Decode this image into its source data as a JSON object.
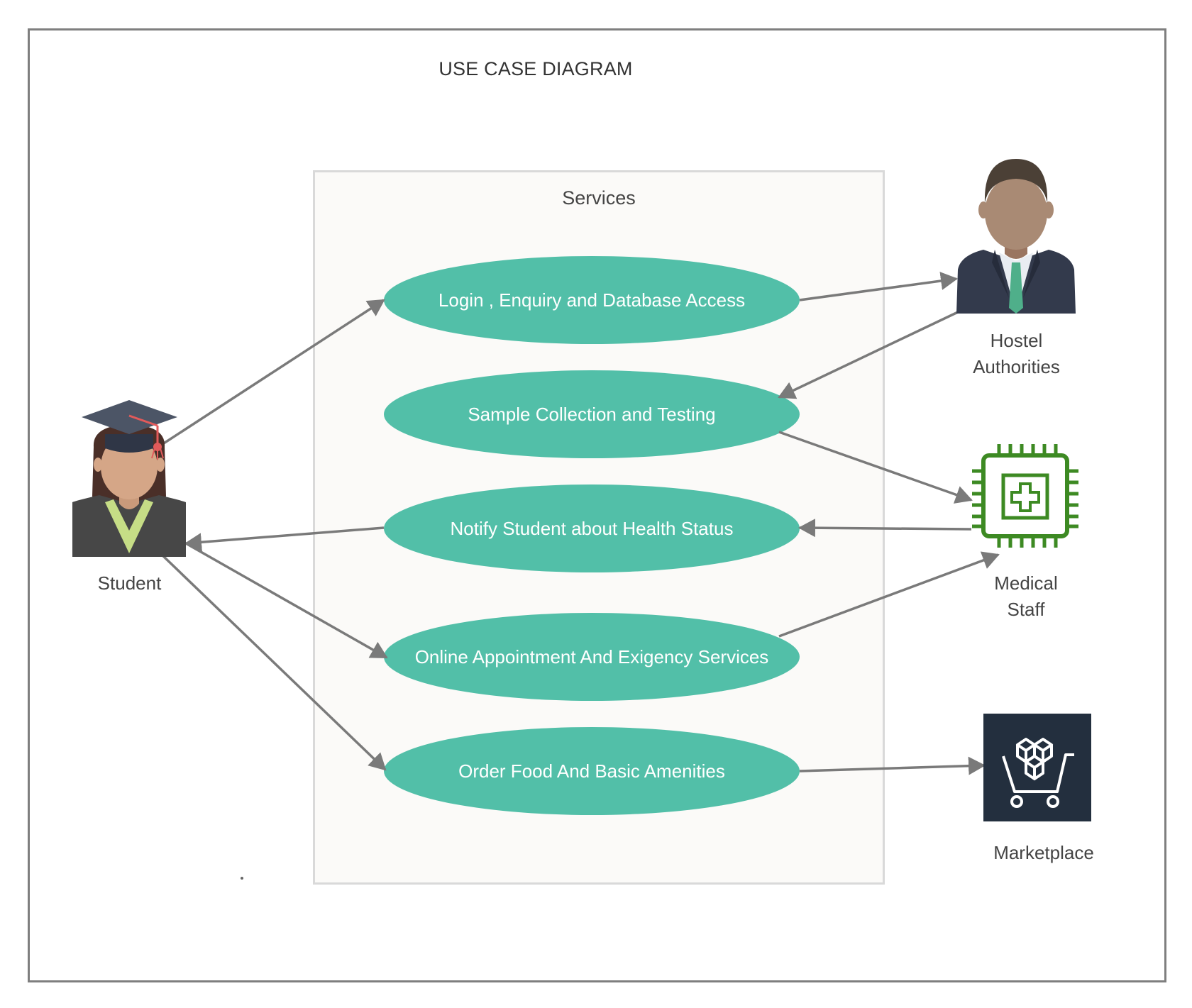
{
  "diagram": {
    "title": "USE CASE DIAGRAM",
    "system_boundary": {
      "label": "Services"
    },
    "use_cases": [
      {
        "id": "uc1",
        "label": "Login , Enquiry and Database Access"
      },
      {
        "id": "uc2",
        "label": "Sample Collection and Testing"
      },
      {
        "id": "uc3",
        "label": "Notify Student about Health Status"
      },
      {
        "id": "uc4",
        "label": "Online Appointment And Exigency Services"
      },
      {
        "id": "uc5",
        "label": "Order Food And Basic Amenities"
      }
    ],
    "actors": {
      "student": {
        "label": "Student",
        "icon": "graduate-student-icon"
      },
      "hostel": {
        "label_line1": "Hostel",
        "label_line2": "Authorities",
        "icon": "businessman-icon"
      },
      "medical": {
        "label_line1": "Medical",
        "label_line2": "Staff",
        "icon": "medical-chip-icon"
      },
      "marketplace": {
        "label": "Marketplace",
        "icon": "marketplace-cart-icon"
      }
    },
    "relationships": [
      {
        "from": "Student",
        "to": "Login , Enquiry and Database Access"
      },
      {
        "from": "Login , Enquiry and Database Access",
        "to": "Hostel Authorities"
      },
      {
        "from": "Hostel Authorities",
        "to": "Sample Collection and Testing"
      },
      {
        "from": "Sample Collection and Testing",
        "to": "Medical Staff"
      },
      {
        "from": "Medical Staff",
        "to": "Notify Student about Health Status"
      },
      {
        "from": "Notify Student about Health Status",
        "to": "Student"
      },
      {
        "from": "Student",
        "to": "Online Appointment And Exigency Services"
      },
      {
        "from": "Online Appointment And Exigency Services",
        "to": "Medical Staff"
      },
      {
        "from": "Student",
        "to": "Order Food And Basic Amenities"
      },
      {
        "from": "Order Food And Basic Amenities",
        "to": "Marketplace"
      }
    ],
    "colors": {
      "use_case_fill": "#52bfa8",
      "arrow": "#7a7a7a",
      "frame": "#7f7f7f",
      "boundary_fill": "#fbfaf8",
      "medical_green": "#3d8a23",
      "marketplace_bg": "#232f3e"
    }
  }
}
